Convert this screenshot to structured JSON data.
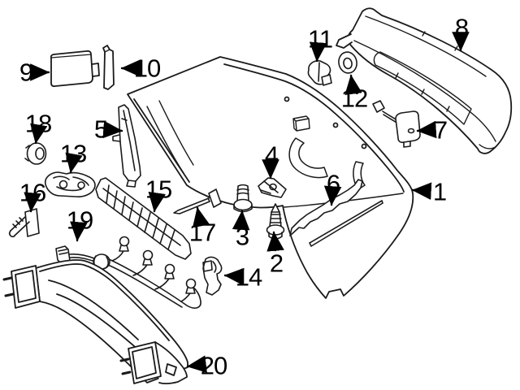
{
  "diagram": {
    "kind": "exploded-parts-diagram",
    "background_color": "#ffffff",
    "line_color": "#1a1a1a",
    "label_color": "#000000",
    "parts": [
      {
        "number": "1"
      },
      {
        "number": "2"
      },
      {
        "number": "3"
      },
      {
        "number": "4"
      },
      {
        "number": "5"
      },
      {
        "number": "6"
      },
      {
        "number": "7"
      },
      {
        "number": "8"
      },
      {
        "number": "9"
      },
      {
        "number": "10"
      },
      {
        "number": "11"
      },
      {
        "number": "12"
      },
      {
        "number": "13"
      },
      {
        "number": "14"
      },
      {
        "number": "15"
      },
      {
        "number": "16"
      },
      {
        "number": "17"
      },
      {
        "number": "18"
      },
      {
        "number": "19"
      },
      {
        "number": "20"
      }
    ]
  }
}
